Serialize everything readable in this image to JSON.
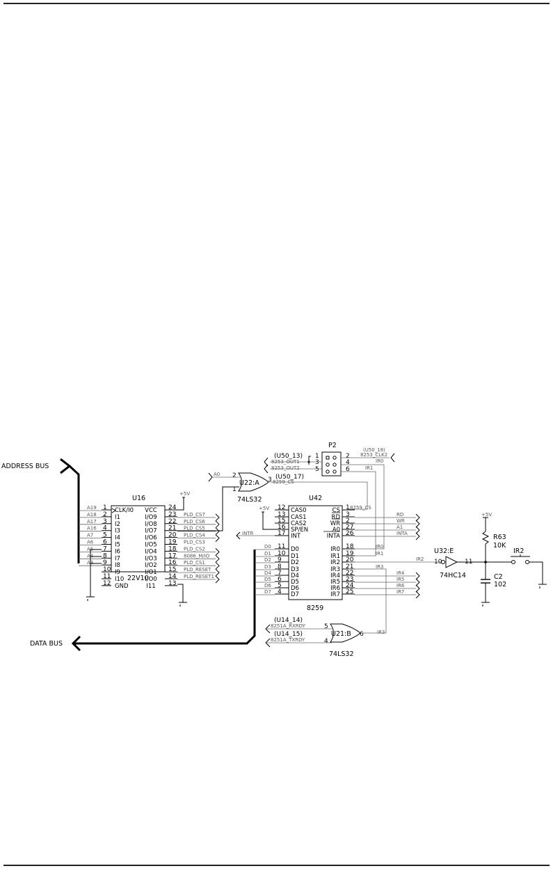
{
  "buses": {
    "address": "ADDRESS BUS",
    "data": "DATA BUS"
  },
  "u16": {
    "ref": "U16",
    "part": "22V10",
    "left_pins": [
      {
        "sig": "A19",
        "num": "1",
        "name": "CLK/I0"
      },
      {
        "sig": "A18",
        "num": "2",
        "name": "I1"
      },
      {
        "sig": "A17",
        "num": "3",
        "name": "I2"
      },
      {
        "sig": "A16",
        "num": "4",
        "name": "I3"
      },
      {
        "sig": "A7",
        "num": "5",
        "name": "I4"
      },
      {
        "sig": "A6",
        "num": "6",
        "name": "I5"
      },
      {
        "sig": "A5",
        "num": "7",
        "name": "I6"
      },
      {
        "sig": "A4",
        "num": "8",
        "name": "I7"
      },
      {
        "sig": "A3",
        "num": "9",
        "name": "I8"
      },
      {
        "sig": "",
        "num": "10",
        "name": "I9"
      },
      {
        "sig": "",
        "num": "11",
        "name": "I10"
      },
      {
        "sig": "",
        "num": "12",
        "name": "GND"
      }
    ],
    "right_pins": [
      {
        "name": "VCC",
        "num": "24",
        "sig": ""
      },
      {
        "name": "I/O9",
        "num": "23",
        "sig": "PLD_CS7"
      },
      {
        "name": "I/O8",
        "num": "22",
        "sig": "PLD_CS6"
      },
      {
        "name": "I/O7",
        "num": "21",
        "sig": "PLD_CS5"
      },
      {
        "name": "I/O6",
        "num": "20",
        "sig": "PLD_CS4"
      },
      {
        "name": "I/O5",
        "num": "19",
        "sig": "PLD_CS3"
      },
      {
        "name": "I/O4",
        "num": "18",
        "sig": "PLD_CS2"
      },
      {
        "name": "I/O3",
        "num": "17",
        "sig": "8086_M/IO"
      },
      {
        "name": "I/O2",
        "num": "16",
        "sig": "PLD_CS1"
      },
      {
        "name": "I/O1",
        "num": "15",
        "sig": "PLD_RESET"
      },
      {
        "name": "I/O0",
        "num": "14",
        "sig": "PLD_RESET1"
      },
      {
        "name": "I11",
        "num": "13",
        "sig": ""
      }
    ],
    "vcc": "+5V"
  },
  "u42": {
    "ref": "U42",
    "part": "8259",
    "left_pins": [
      {
        "num": "12",
        "name": "CAS0",
        "sig": ""
      },
      {
        "num": "13",
        "name": "CAS1",
        "sig": ""
      },
      {
        "num": "15",
        "name": "CAS2",
        "sig": ""
      },
      {
        "num": "16",
        "name": "SP/EN",
        "sig": ""
      },
      {
        "num": "17",
        "name": "INT",
        "sig": "INTR"
      },
      {
        "num": "11",
        "name": "D0",
        "sig": "D0"
      },
      {
        "num": "10",
        "name": "D1",
        "sig": "D1"
      },
      {
        "num": "9",
        "name": "D2",
        "sig": "D2"
      },
      {
        "num": "8",
        "name": "D3",
        "sig": "D3"
      },
      {
        "num": "7",
        "name": "D4",
        "sig": "D4"
      },
      {
        "num": "6",
        "name": "D5",
        "sig": "D5"
      },
      {
        "num": "5",
        "name": "D6",
        "sig": "D6"
      },
      {
        "num": "4",
        "name": "D7",
        "sig": "D7"
      }
    ],
    "right_pins": [
      {
        "name": "CS",
        "num": "1",
        "sig": "8259_CS"
      },
      {
        "name": "RD",
        "num": "3",
        "sig": "RD"
      },
      {
        "name": "WR",
        "num": "2",
        "sig": "WR"
      },
      {
        "name": "A0",
        "num": "27",
        "sig": "A1"
      },
      {
        "name": "INTA",
        "num": "26",
        "sig": "INTA"
      },
      {
        "name": "IR0",
        "num": "18",
        "sig": "IR0"
      },
      {
        "name": "IR1",
        "num": "19",
        "sig": "IR1"
      },
      {
        "name": "IR2",
        "num": "20",
        "sig": "IR2"
      },
      {
        "name": "IR3",
        "num": "21",
        "sig": "IR3"
      },
      {
        "name": "IR4",
        "num": "22",
        "sig": "IR4"
      },
      {
        "name": "IR5",
        "num": "23",
        "sig": "IR5"
      },
      {
        "name": "IR6",
        "num": "24",
        "sig": "IR6"
      },
      {
        "name": "IR7",
        "num": "25",
        "sig": "IR7"
      }
    ],
    "sp_vcc": "+5V"
  },
  "p2": {
    "ref": "P2",
    "pins": [
      "1",
      "2",
      "3",
      "4",
      "5",
      "6"
    ],
    "sig_3": "8253_OUT1",
    "sig_5": "8253_OUT2",
    "ref_left": "(U50_13)",
    "sig_2": "8253_CLK2",
    "ref_right": "(U50_18)",
    "sig_4": "IR0",
    "sig_6": "IR1",
    "cs_ref": "(U50_17)",
    "cs_sig": "8259_CS"
  },
  "u22": {
    "ref": "U22:A",
    "part": "74LS32",
    "pin_a": "2",
    "pin_b": "1",
    "pin_out": "3",
    "in_sig": "A0"
  },
  "u21": {
    "ref": "U21:B",
    "part": "74LS32",
    "pin_a": "5",
    "pin_b": "4",
    "pin_out": "6",
    "ref_a": "(U14_14)",
    "sig_a": "8251A_RXRDY",
    "ref_b": "(U14_15)",
    "sig_b": "8251A_TXRDY",
    "out_sig": "IR3"
  },
  "u32": {
    "ref": "U32:E",
    "part": "74HC14",
    "pin_in": "10",
    "pin_out": "11",
    "in_sig": "IR2"
  },
  "r63": {
    "ref": "R63",
    "value": "10K",
    "vcc": "+5V"
  },
  "c2": {
    "ref": "C2",
    "value": "102"
  },
  "sw": {
    "ref": "IR2"
  }
}
